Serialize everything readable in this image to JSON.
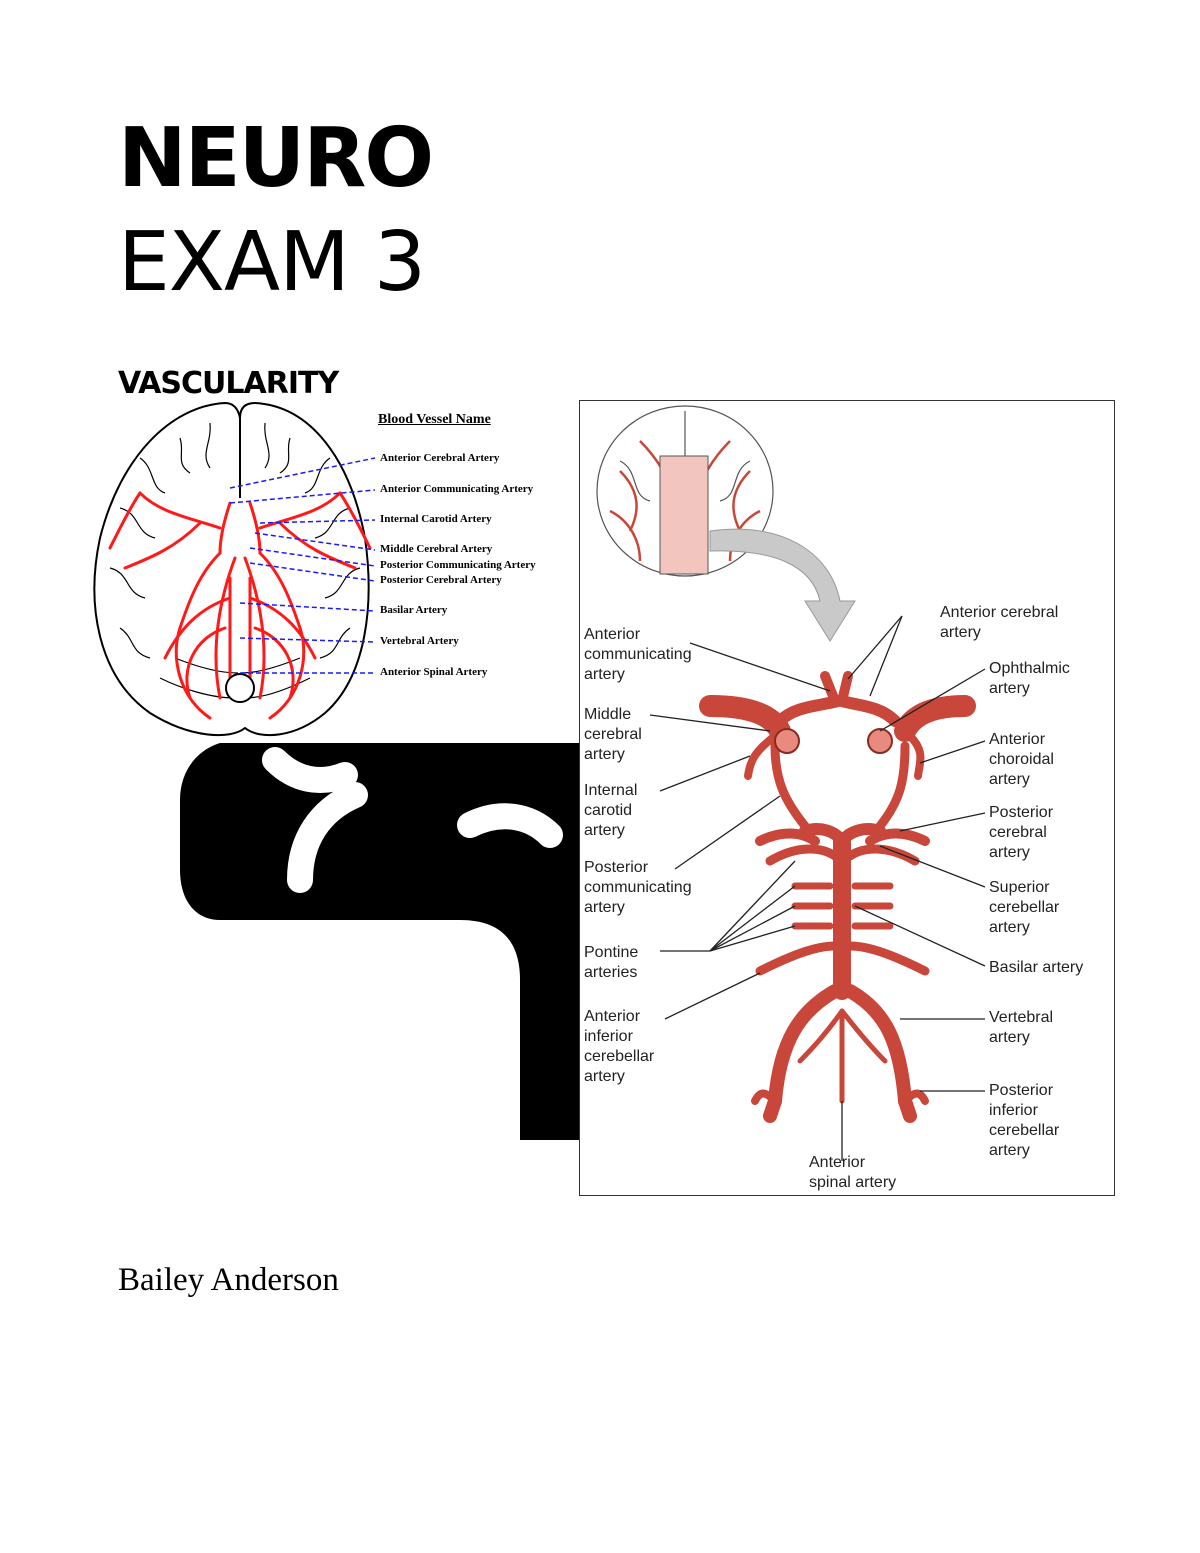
{
  "cover": {
    "title_line1": "NEURO",
    "title_line2": "EXAM 3",
    "section_heading": "VASCULARITY",
    "author": "Bailey Anderson"
  },
  "brain_figure": {
    "legend_title": "Blood Vessel Name",
    "legend_items": [
      "Anterior Cerebral Artery",
      "Anterior Communicating Artery",
      "Internal Carotid Artery",
      "Middle Cerebral Artery",
      "Posterior Communicating Artery",
      "Posterior Cerebral Artery",
      "Basilar Artery",
      "Vertebral Artery",
      "Anterior Spinal Artery"
    ]
  },
  "circle_figure": {
    "labels": {
      "anterior_cerebral": "Anterior cerebral\nartery",
      "anterior_communicating": "Anterior\ncommunicating\nartery",
      "ophthalmic": "Ophthalmic\nartery",
      "middle_cerebral": "Middle\ncerebral\nartery",
      "anterior_choroidal": "Anterior\nchoroidal\nartery",
      "internal_carotid": "Internal\ncarotid\nartery",
      "posterior_cerebral": "Posterior\ncerebral\nartery",
      "posterior_communicating": "Posterior\ncommunicating\nartery",
      "superior_cerebellar": "Superior\ncerebellar\nartery",
      "pontine": "Pontine\narteries",
      "basilar": "Basilar artery",
      "anterior_inferior_cerebellar": "Anterior\ninferior\ncerebellar\nartery",
      "vertebral": "Vertebral\nartery",
      "posterior_inferior_cerebellar": "Posterior\ninferior\ncerebellar\nartery",
      "anterior_spinal": "Anterior\nspinal artery"
    }
  },
  "colors": {
    "artery_red": "#c8473a",
    "brain_red": "#ff1a1a",
    "legend_arrow_blue": "#1a1aff",
    "black_shape": "#000000"
  }
}
